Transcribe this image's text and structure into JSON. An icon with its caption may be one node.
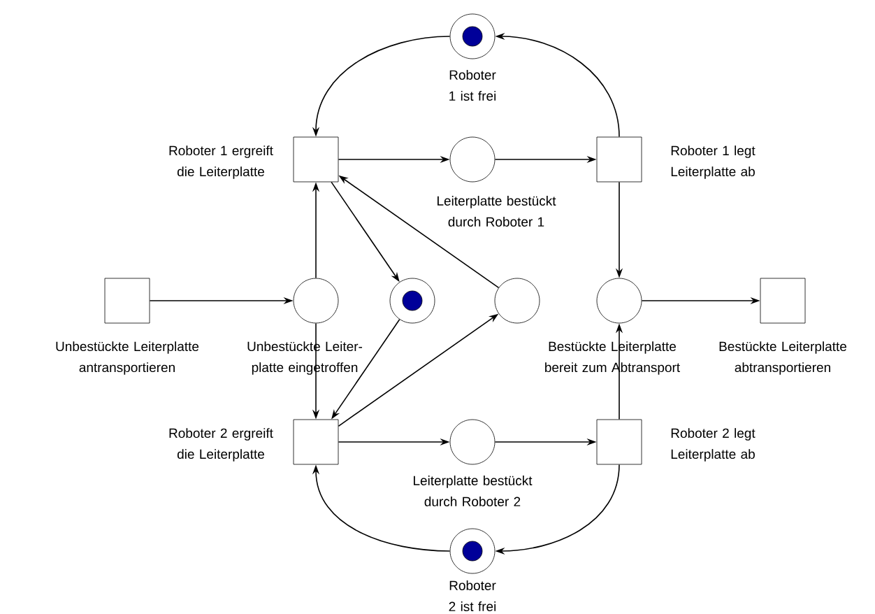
{
  "diagram": {
    "nodes": [
      {
        "text": [
          "Roboter 1 ist frei"
        ]
      },
      {
        "text": [
          "Roboter 1 ergreift die Leiterplatte"
        ]
      },
      {
        "text": [
          "Leiterplatte bestückt durch Roboter 1"
        ]
      },
      {
        "text": [
          "Roboter 1 legt Leiterplatte ab"
        ]
      },
      {
        "text": [
          "Unbestückte Leiterplatte antransportieren"
        ]
      },
      {
        "text": [
          "Unbestückte Leiter-platte eingetroffen"
        ]
      },
      {
        "text": [],
        "shape": "circle"
      },
      {
        "text": [],
        "shape": "circle"
      },
      {
        "text": [
          "Bestückte Leiterplatte bereit zum Abtransport"
        ]
      },
      {
        "text": [
          "Bestückte Leiterplatte abtransportieren"
        ]
      },
      {
        "text": [
          "Roboter 2 ergreift die Leiterplatte"
        ]
      },
      {
        "text": [
          "Leiterplatte bestückt durch Roboter 2"
        ]
      },
      {
        "text": [
          "Roboter 2 legt Leiterplatte ab"
        ]
      },
      {
        "text": [
          "Roboter 2 ist frei"
        ]
      }
    ],
    "edges": [
      {
        "from": 0,
        "to": 1,
        "arrow": "to"
      },
      {
        "from": 1,
        "to": 2,
        "arrow": "to"
      },
      {
        "from": 2,
        "to": 3,
        "arrow": "to"
      },
      {
        "from": 3,
        "to": 0,
        "arrow": "to"
      },
      {
        "from": 3,
        "to": 8,
        "arrow": "to"
      },
      {
        "from": 4,
        "to": 5,
        "arrow": "to"
      },
      {
        "from": 5,
        "to": 1,
        "arrow": "to"
      },
      {
        "from": 5,
        "to": 10,
        "arrow": "to"
      },
      {
        "from": 1,
        "to": 6,
        "arrow": "to"
      },
      {
        "from": 6,
        "to": 10,
        "arrow": "to"
      },
      {
        "from": 10,
        "to": 7,
        "arrow": "to"
      },
      {
        "from": 7,
        "to": 1,
        "arrow": "to"
      },
      {
        "from": 10,
        "to": 11,
        "arrow": "to"
      },
      {
        "from": 11,
        "to": 12,
        "arrow": "to"
      },
      {
        "from": 12,
        "to": 8,
        "arrow": "to"
      },
      {
        "from": 12,
        "to": 13,
        "arrow": "to"
      },
      {
        "from": 13,
        "to": 10,
        "arrow": "to"
      },
      {
        "from": 8,
        "to": 9,
        "arrow": "to"
      }
    ]
  }
}
